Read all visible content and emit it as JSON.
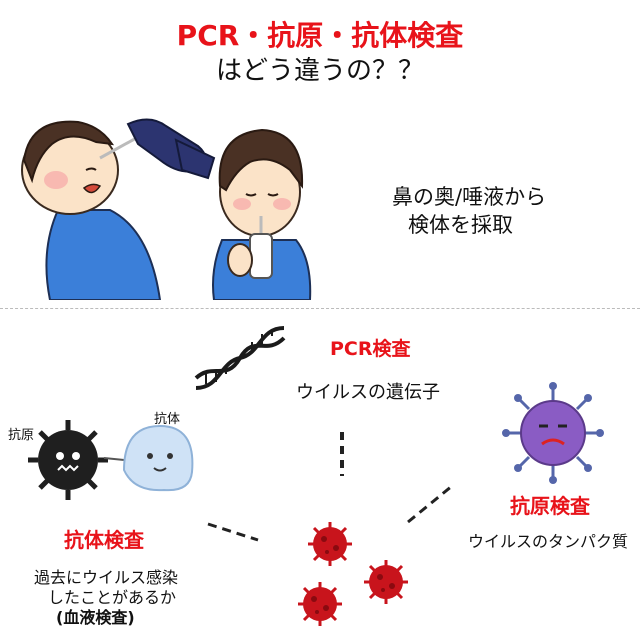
{
  "title": {
    "red_part": "PCR・抗原・抗体検査",
    "black_part": "はどう違うの？？"
  },
  "sampling": {
    "line1": "鼻の奥/唾液から",
    "line2": "検体を採取"
  },
  "pcr": {
    "heading": "PCR検査",
    "description": "ウイルスの遺伝子"
  },
  "antigen": {
    "heading": "抗原検査",
    "description": "ウイルスのタンパク質"
  },
  "antibody": {
    "heading": "抗体検査",
    "line1": "過去にウイルス感染",
    "line2": "したことがあるか",
    "line3": "(血液検査)",
    "label_antigen": "抗原",
    "label_antibody": "抗体"
  },
  "colors": {
    "accent_red": "#e8131a",
    "shirt_blue": "#3b7fd9",
    "virus_red": "#c8141c",
    "virus_purple": "#8a5cc4",
    "glove_navy": "#2c3470"
  }
}
